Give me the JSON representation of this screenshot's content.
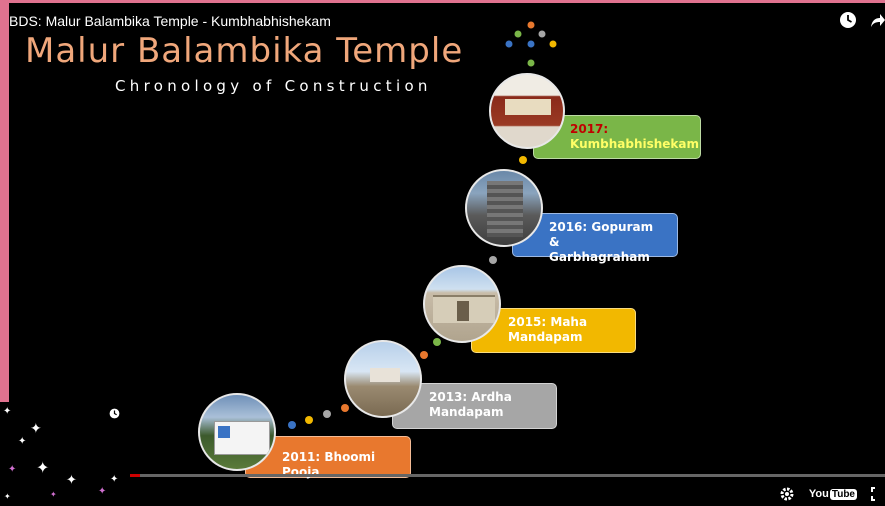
{
  "video_title": "BDS: Malur Balambika Temple - Kumbhabhishekam",
  "slide": {
    "title": "Malur Balambika Temple",
    "subtitle": "Chronology of Construction",
    "milestones": [
      {
        "year": "2011:",
        "text": "Bhoomi Pooja",
        "full": "2011: Bhoomi Pooja",
        "color": "#e8782e"
      },
      {
        "line1": "2013: Ardha",
        "line2": "Mandapam",
        "color": "#a6a6a6"
      },
      {
        "line1": "2015: Maha",
        "line2": "Mandapam",
        "color": "#f2b800"
      },
      {
        "line1": "2016: Gopuram &",
        "line2": "Garbhagraham",
        "color": "#3a73c4"
      },
      {
        "line1": "2017:",
        "line2": "Kumbhabhishekam",
        "color": "#7ab648",
        "line1_color": "#c00000",
        "line2_color": "#ffff66"
      }
    ]
  },
  "controls": {
    "youtube_label": "You",
    "youtube_tube": "Tube"
  },
  "icons": {
    "watch_later": "clock-icon",
    "share": "share-icon",
    "settings": "gear-icon",
    "fullscreen": "fullscreen-icon"
  }
}
